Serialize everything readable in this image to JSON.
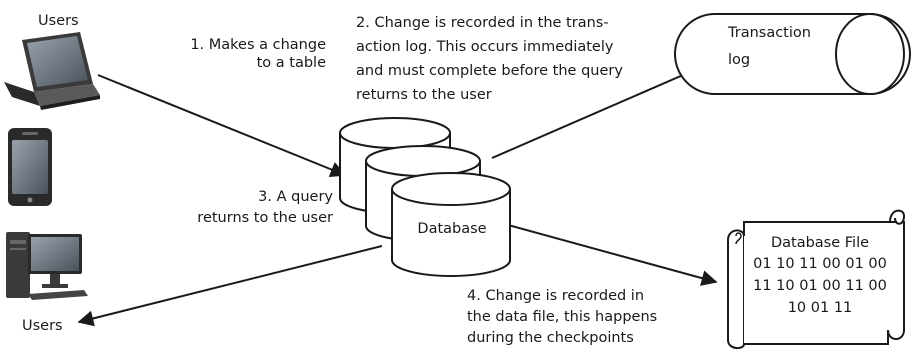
{
  "users_top_label": "Users",
  "users_bottom_label": "Users",
  "step1": [
    "1. Makes a change",
    "to a table"
  ],
  "step2": [
    "2. Change is recorded in the trans-",
    "action log. This occurs immediately",
    "and must complete before the query",
    "returns to the user"
  ],
  "step3": [
    "3. A query",
    "returns to the user"
  ],
  "step4": [
    "4. Change is recorded in",
    "the data file, this happens",
    "during the checkpoints"
  ],
  "transaction_log": [
    "Transaction",
    "log"
  ],
  "database_label": "Database",
  "database_file": {
    "title": "Database File",
    "lines": [
      "01 10 11 00 01 00",
      "11 10 01 00 11 00",
      "10 01 11"
    ]
  },
  "colors": {
    "line": "#1a1a1a",
    "device_dark": "#2c2c2c",
    "device_gray": "#8a8a8a"
  }
}
